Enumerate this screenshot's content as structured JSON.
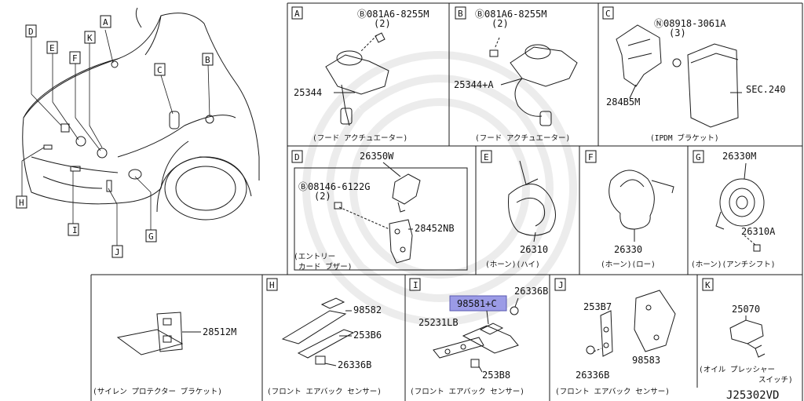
{
  "overview": {
    "callouts": [
      "A",
      "B",
      "C",
      "D",
      "E",
      "F",
      "G",
      "H",
      "I",
      "J",
      "K"
    ]
  },
  "panels": {
    "A": {
      "letter": "A",
      "bolt": "Ⓑ081A6-8255M",
      "qty": "(2)",
      "part": "25344",
      "caption": "(フード アクチュエーター)"
    },
    "B": {
      "letter": "B",
      "bolt": "Ⓑ081A6-8255M",
      "qty": "(2)",
      "part": "25344+A",
      "caption": "(フード アクチュエーター)"
    },
    "C": {
      "letter": "C",
      "nut": "Ⓝ08918-3061A",
      "qty": "(3)",
      "bracket": "284B5M",
      "sec": "SEC.240",
      "caption": "(IPDM ブラケット)"
    },
    "D": {
      "letter": "D",
      "top": "26350W",
      "bolt": "Ⓑ08146-6122G",
      "qty": "(2)",
      "part": "28452NB",
      "caption1": "(エントリー",
      "caption2": "カード ブザー)"
    },
    "E": {
      "letter": "E",
      "part": "26310",
      "caption": "(ホーン)(ハイ)"
    },
    "F": {
      "letter": "F",
      "part": "26330",
      "caption": "(ホーン)(ロー)"
    },
    "G": {
      "letter": "G",
      "part": "26330M",
      "part2": "26310A",
      "caption": "(ホーン)(アンチシフト)"
    },
    "siren": {
      "part": "28512M",
      "caption": "(サイレン  プロテクター  ブラケット)"
    },
    "H": {
      "letter": "H",
      "p1": "98582",
      "p2": "253B6",
      "p3": "26336B",
      "caption": "(フロント エアバック センサー)"
    },
    "I": {
      "letter": "I",
      "highlight": "98581+C",
      "p1": "26336B",
      "p2": "25231LB",
      "p3": "253B8",
      "caption": "(フロント エアバック センサー)"
    },
    "J": {
      "letter": "J",
      "p1": "253B7",
      "p2": "26336B",
      "p3": "98583",
      "caption": "(フロント エアバック センサー)"
    },
    "K": {
      "letter": "K",
      "part": "25070",
      "caption1": "(オイル プレッシャー",
      "caption2": "スイッチ)"
    }
  },
  "diagram_code": "J25302VD",
  "colors": {
    "highlight_fill": "#9b9be6",
    "highlight_stroke": "#5a5ab0",
    "line": "#1a1a1a"
  }
}
